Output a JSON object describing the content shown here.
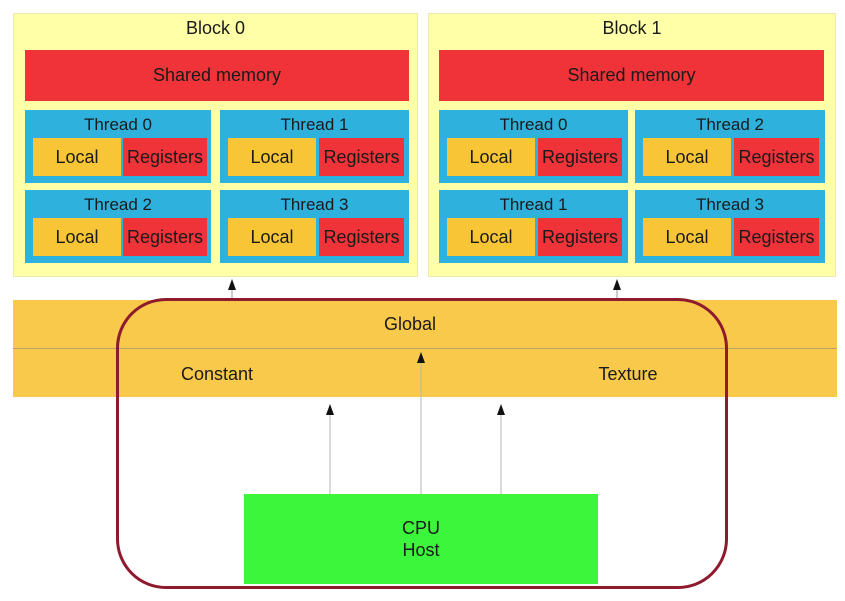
{
  "blocks": [
    {
      "title": "Block 0",
      "shared": "Shared memory",
      "threads": [
        {
          "label": "Thread 0",
          "local": "Local",
          "registers": "Registers"
        },
        {
          "label": "Thread 1",
          "local": "Local",
          "registers": "Registers"
        },
        {
          "label": "Thread 2",
          "local": "Local",
          "registers": "Registers"
        },
        {
          "label": "Thread 3",
          "local": "Local",
          "registers": "Registers"
        }
      ]
    },
    {
      "title": "Block 1",
      "shared": "Shared memory",
      "threads": [
        {
          "label": "Thread 0",
          "local": "Local",
          "registers": "Registers"
        },
        {
          "label": "Thread 2",
          "local": "Local",
          "registers": "Registers"
        },
        {
          "label": "Thread 1",
          "local": "Local",
          "registers": "Registers"
        },
        {
          "label": "Thread 3",
          "local": "Local",
          "registers": "Registers"
        }
      ]
    }
  ],
  "memory": {
    "global": "Global",
    "constant": "Constant",
    "texture": "Texture"
  },
  "host": {
    "line1": "CPU",
    "line2": "Host"
  },
  "colors": {
    "block_bg": "#ffffa8",
    "shared_memory": "#ef3338",
    "thread_bg": "#2fb1de",
    "local": "#f8c537",
    "registers": "#ef3338",
    "global_band": "#f8c94a",
    "cpu_host": "#3cf63c",
    "frame": "#8e1a2e"
  }
}
